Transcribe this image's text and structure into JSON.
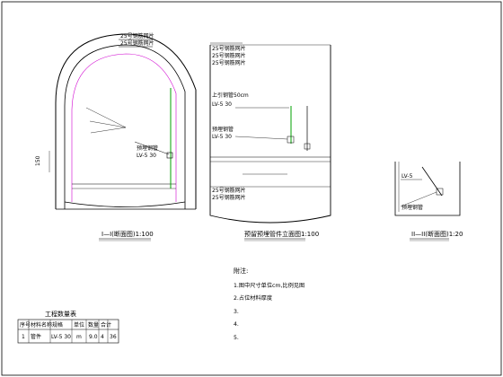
{
  "view1": {
    "title": "I—I(断面图)1:100",
    "labels": [
      "25号钢筋网片",
      "25号钢筋网片",
      "预埋钢管",
      "LV-5 30",
      "150"
    ]
  },
  "view2": {
    "title": "预留预埋管件立面图1:100",
    "labels": [
      "",
      "25号钢筋网片",
      "25号钢筋网片",
      "25号钢筋网片",
      "上引钢管50cm",
      "LV-5 30",
      "预埋钢管",
      "LV-5 30",
      "",
      "",
      "",
      "",
      "25号钢筋网片",
      "25号钢筋网片"
    ]
  },
  "view3": {
    "title": "II—II(断面图)1:20",
    "labels": [
      "LV-5",
      "",
      "预埋钢管"
    ]
  },
  "notes": {
    "heading": "附注:",
    "items": [
      "1.图中尺寸单位cm,比例见图",
      "2.占位材料厚度",
      "3.",
      "",
      "",
      "4.",
      "5."
    ]
  },
  "quantity_table": {
    "title": "工程数量表",
    "headers": [
      "序号",
      "材料名称",
      "规格",
      "单位",
      "数量",
      "合计"
    ],
    "rows": [
      [
        "1",
        "管件",
        "LV-5 30",
        "m",
        "9.0",
        "4",
        "36"
      ]
    ]
  }
}
